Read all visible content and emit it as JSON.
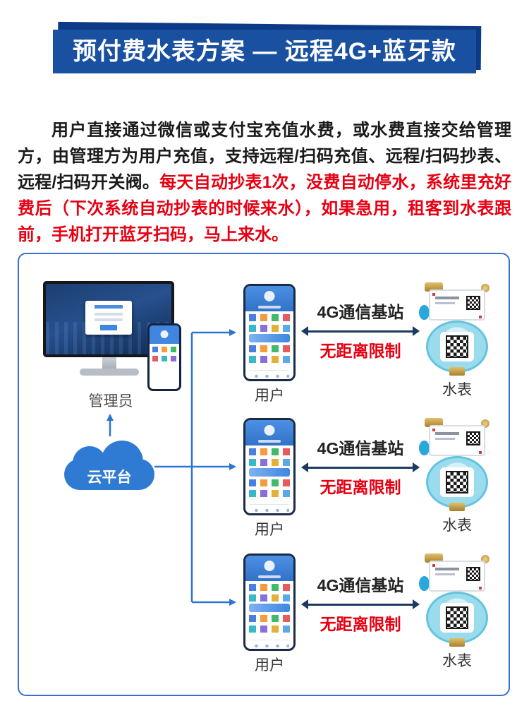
{
  "banner": {
    "title": "预付费水表方案 — 远程4G+蓝牙款"
  },
  "intro": {
    "text_black": "用户直接通过微信或支付宝充值水费，或水费直接交给管理方，由管理方为用户充值，支持远程/扫码充值、远程/扫码抄表、远程/扫码开关阀。",
    "text_red": "每天自动抄表1次，没费自动停水，系统里充好费后（下次系统自动抄表的时候来水），如果急用，租客到水表跟前，手机打开蓝牙扫码，马上来水。"
  },
  "diagram": {
    "admin_label": "管理员",
    "cloud_label": "云平台",
    "rows": [
      {
        "phone_label": "用户",
        "station_label": "4G通信基站",
        "limit_label": "无距离限制",
        "meter_label": "水表"
      },
      {
        "phone_label": "用户",
        "station_label": "4G通信基站",
        "limit_label": "无距离限制",
        "meter_label": "水表"
      },
      {
        "phone_label": "用户",
        "station_label": "4G通信基站",
        "limit_label": "无距离限制",
        "meter_label": "水表"
      }
    ]
  },
  "colors": {
    "banner_blue": "#19509f",
    "banner_dark_blue": "#0d3a86",
    "accent_red": "#e60012",
    "panel_border_blue": "#3a6fd0",
    "cloud_blue": "#2f7ad2",
    "connector_blue": "#2e74d0",
    "arrow_navy": "#1c3a5e"
  }
}
